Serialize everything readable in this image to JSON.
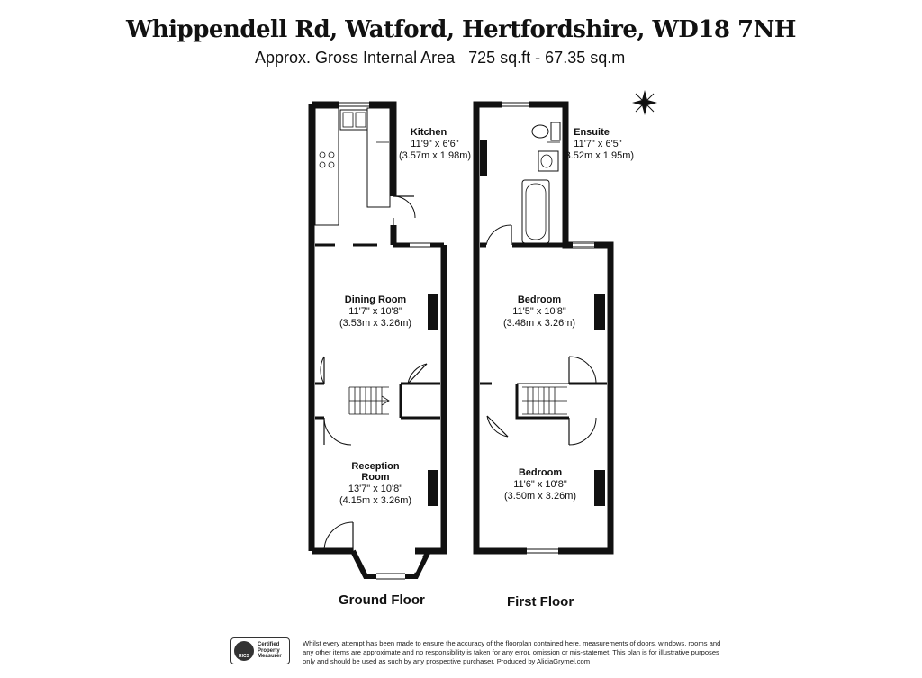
{
  "header": {
    "title": "Whippendell Rd, Watford, Hertfordshire, WD18 7NH",
    "area_label": "Approx. Gross Internal Area",
    "area_value": "725 sq.ft - 67.35 sq.m"
  },
  "rooms": {
    "kitchen": {
      "name": "Kitchen",
      "imperial": "11'9\" x 6'6\"",
      "metric": "(3.57m x 1.98m)"
    },
    "dining": {
      "name": "Dining Room",
      "imperial": "11'7\" x 10'8\"",
      "metric": "(3.53m x 3.26m)"
    },
    "reception": {
      "name_line1": "Reception",
      "name_line2": "Room",
      "imperial": "13'7\" x 10'8\"",
      "metric": "(4.15m x 3.26m)"
    },
    "ensuite": {
      "name": "Ensuite",
      "imperial": "11'7\" x 6'5\"",
      "metric": "(3.52m x 1.95m)"
    },
    "bedroom1": {
      "name": "Bedroom",
      "imperial": "11'5\" x 10'8\"",
      "metric": "(3.48m x 3.26m)"
    },
    "bedroom2": {
      "name": "Bedroom",
      "imperial": "11'6\" x 10'8\"",
      "metric": "(3.50m x 3.26m)"
    }
  },
  "floors": {
    "ground": "Ground Floor",
    "first": "First Floor"
  },
  "footer": {
    "badge_logo": "RICS",
    "badge_line1": "Certified",
    "badge_line2": "Property",
    "badge_line3": "Measurer",
    "disclaimer": "Whilst every attempt has been made to ensure the accuracy of the floorplan contained here, measurements of doors, windows, rooms and any other items are approximate and no responsibility is taken for any error, omission or mis-statemet. This plan is for illustrative purposes only and should be used as such by any prospective purchaser. Produced by AliciaGrymel.com"
  },
  "icons": {
    "compass": "compass-rose-icon"
  }
}
